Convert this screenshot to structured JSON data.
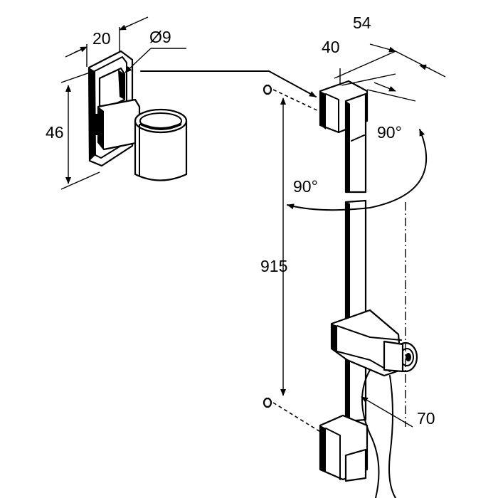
{
  "dimensions": {
    "bracket_depth": "20",
    "hole_diameter": "Ø9",
    "bracket_height": "46",
    "bar_width": "40",
    "bar_depth": "54",
    "rotation_upper": "90°",
    "rotation_lower": "90°",
    "hole_spacing": "915",
    "tilt_angle": "70"
  },
  "colors": {
    "line": "#000000",
    "background": "#ffffff"
  }
}
